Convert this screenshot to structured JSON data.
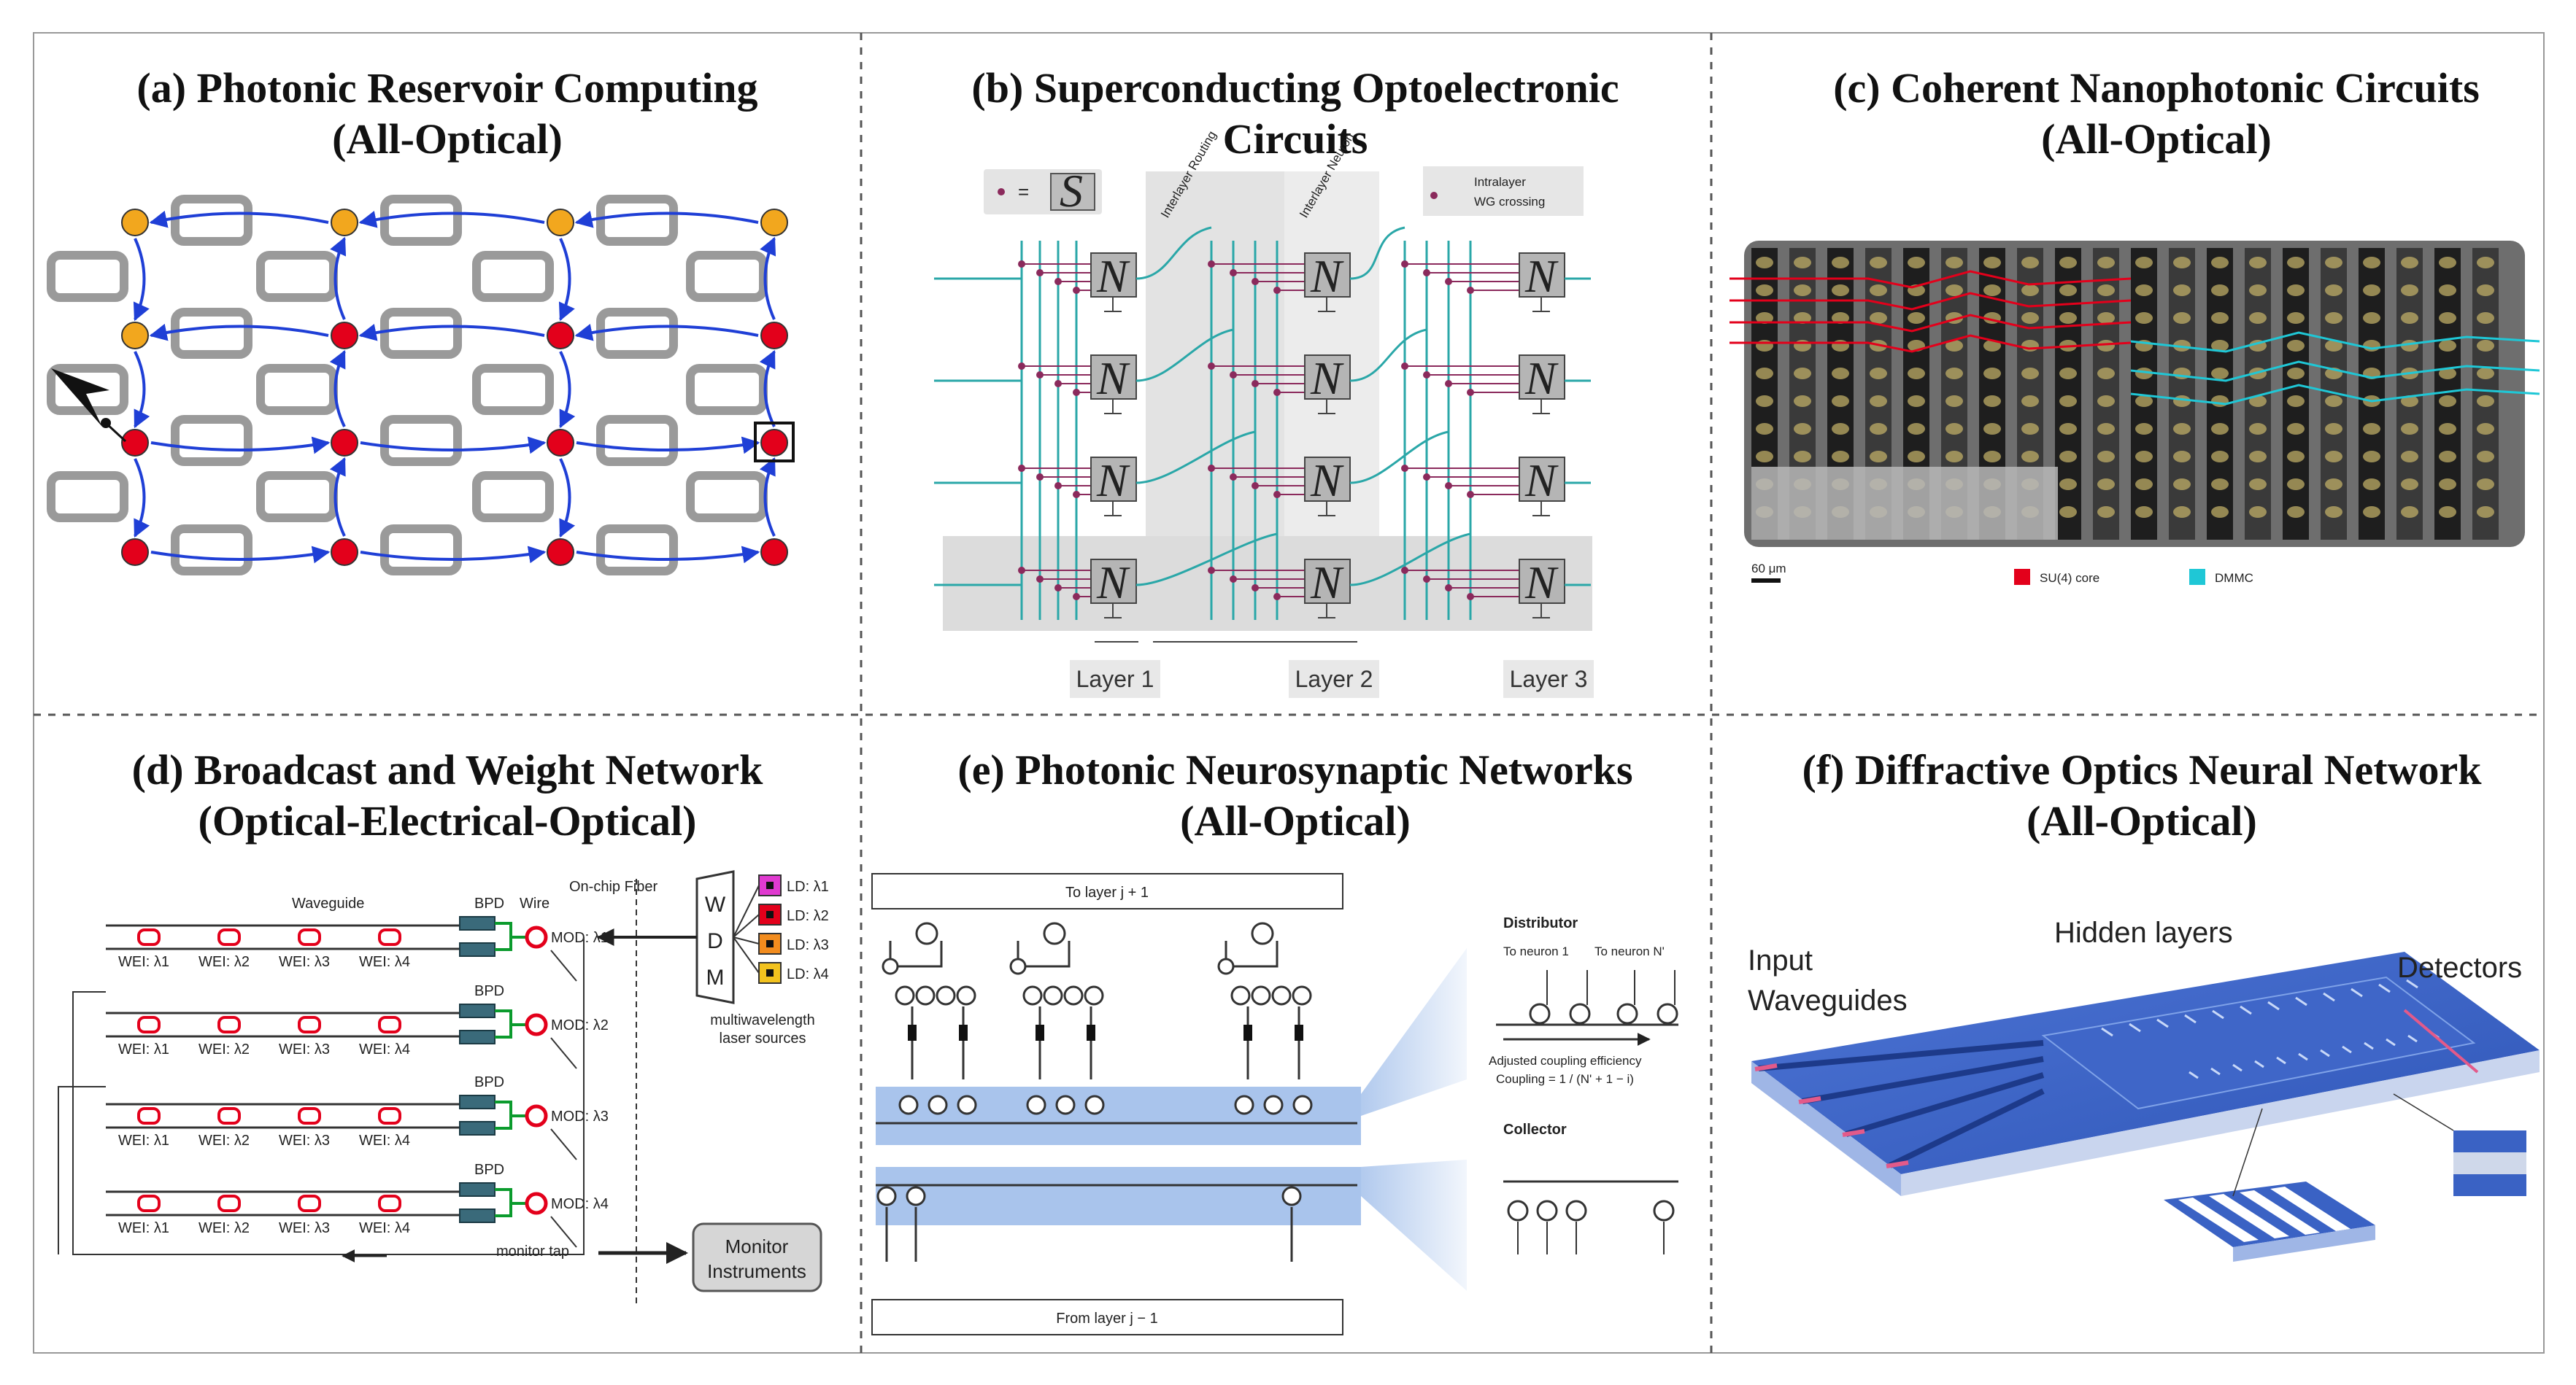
{
  "panels": {
    "a": {
      "title_line1": "(a)  Photonic Reservoir Computing",
      "title_line2": "(All-Optical)"
    },
    "b": {
      "title_line1": "(b) Superconducting Optoelectronic",
      "title_line2": "Circuits",
      "legend_eq": "=",
      "legend_s": "S",
      "interlayer_routing": "Interlayer   Routing",
      "interlayer_neuron": "Interlayer Neuron",
      "wg_crossing_line1": "Intralayer",
      "wg_crossing_line2": "WG crossing",
      "neuron_symbol": "N",
      "layers": [
        "Layer 1",
        "Layer 2",
        "Layer 3"
      ]
    },
    "c": {
      "title_line1": "(c) Coherent Nanophotonic Circuits",
      "title_line2": "(All-Optical)",
      "scale_bar": "60 μm",
      "legend_red": "SU(4) core",
      "legend_cyan": "DMMC"
    },
    "d": {
      "title_line1": "(d) Broadcast and Weight Network",
      "title_line2": "(Optical-Electrical-Optical)",
      "waveguide": "Waveguide",
      "bpd": "BPD",
      "wire": "Wire",
      "onchip_fiber": "On-chip  Fiber",
      "wdm": [
        "W",
        "D",
        "M"
      ],
      "ld_labels": [
        "LD: λ1",
        "LD: λ2",
        "LD: λ3",
        "LD: λ4"
      ],
      "mod_labels": [
        "MOD: λ1",
        "MOD: λ2",
        "MOD: λ3",
        "MOD: λ4"
      ],
      "wei_labels": [
        "WEI: λ1",
        "WEI: λ2",
        "WEI: λ3",
        "WEI: λ4"
      ],
      "laser_line1": "multiwavelength",
      "laser_line2": "laser sources",
      "monitor_tap": "monitor tap",
      "monitor_line1": "Monitor",
      "monitor_line2": "Instruments"
    },
    "e": {
      "title_line1": "(e) Photonic Neurosynaptic Networks",
      "title_line2": "(All-Optical)",
      "to_layer": "To layer j + 1",
      "from_layer": "From layer j − 1",
      "distributor": "Distributor",
      "to_neuron1": "To neuron 1",
      "to_neuronN": "To neuron N'",
      "adjusted_line1": "Adjusted coupling efficiency",
      "adjusted_line2": "Coupling = 1 / (N' + 1 − i)",
      "collector": "Collector"
    },
    "f": {
      "title_line1": "(f) Diffractive Optics Neural Network",
      "title_line2": "(All-Optical)",
      "input_line1": "Input",
      "input_line2": "Waveguides",
      "hidden": "Hidden layers",
      "detectors": "Detectors"
    }
  },
  "colors": {
    "node_orange": "#f2a71e",
    "node_red": "#e3001b",
    "arrow_blue": "#1f3fd6",
    "wg_teal": "#2aa7a8",
    "chip_blue": "#3a62c4",
    "band_blue": "#a9c4ec",
    "grid_line": "#555555"
  }
}
